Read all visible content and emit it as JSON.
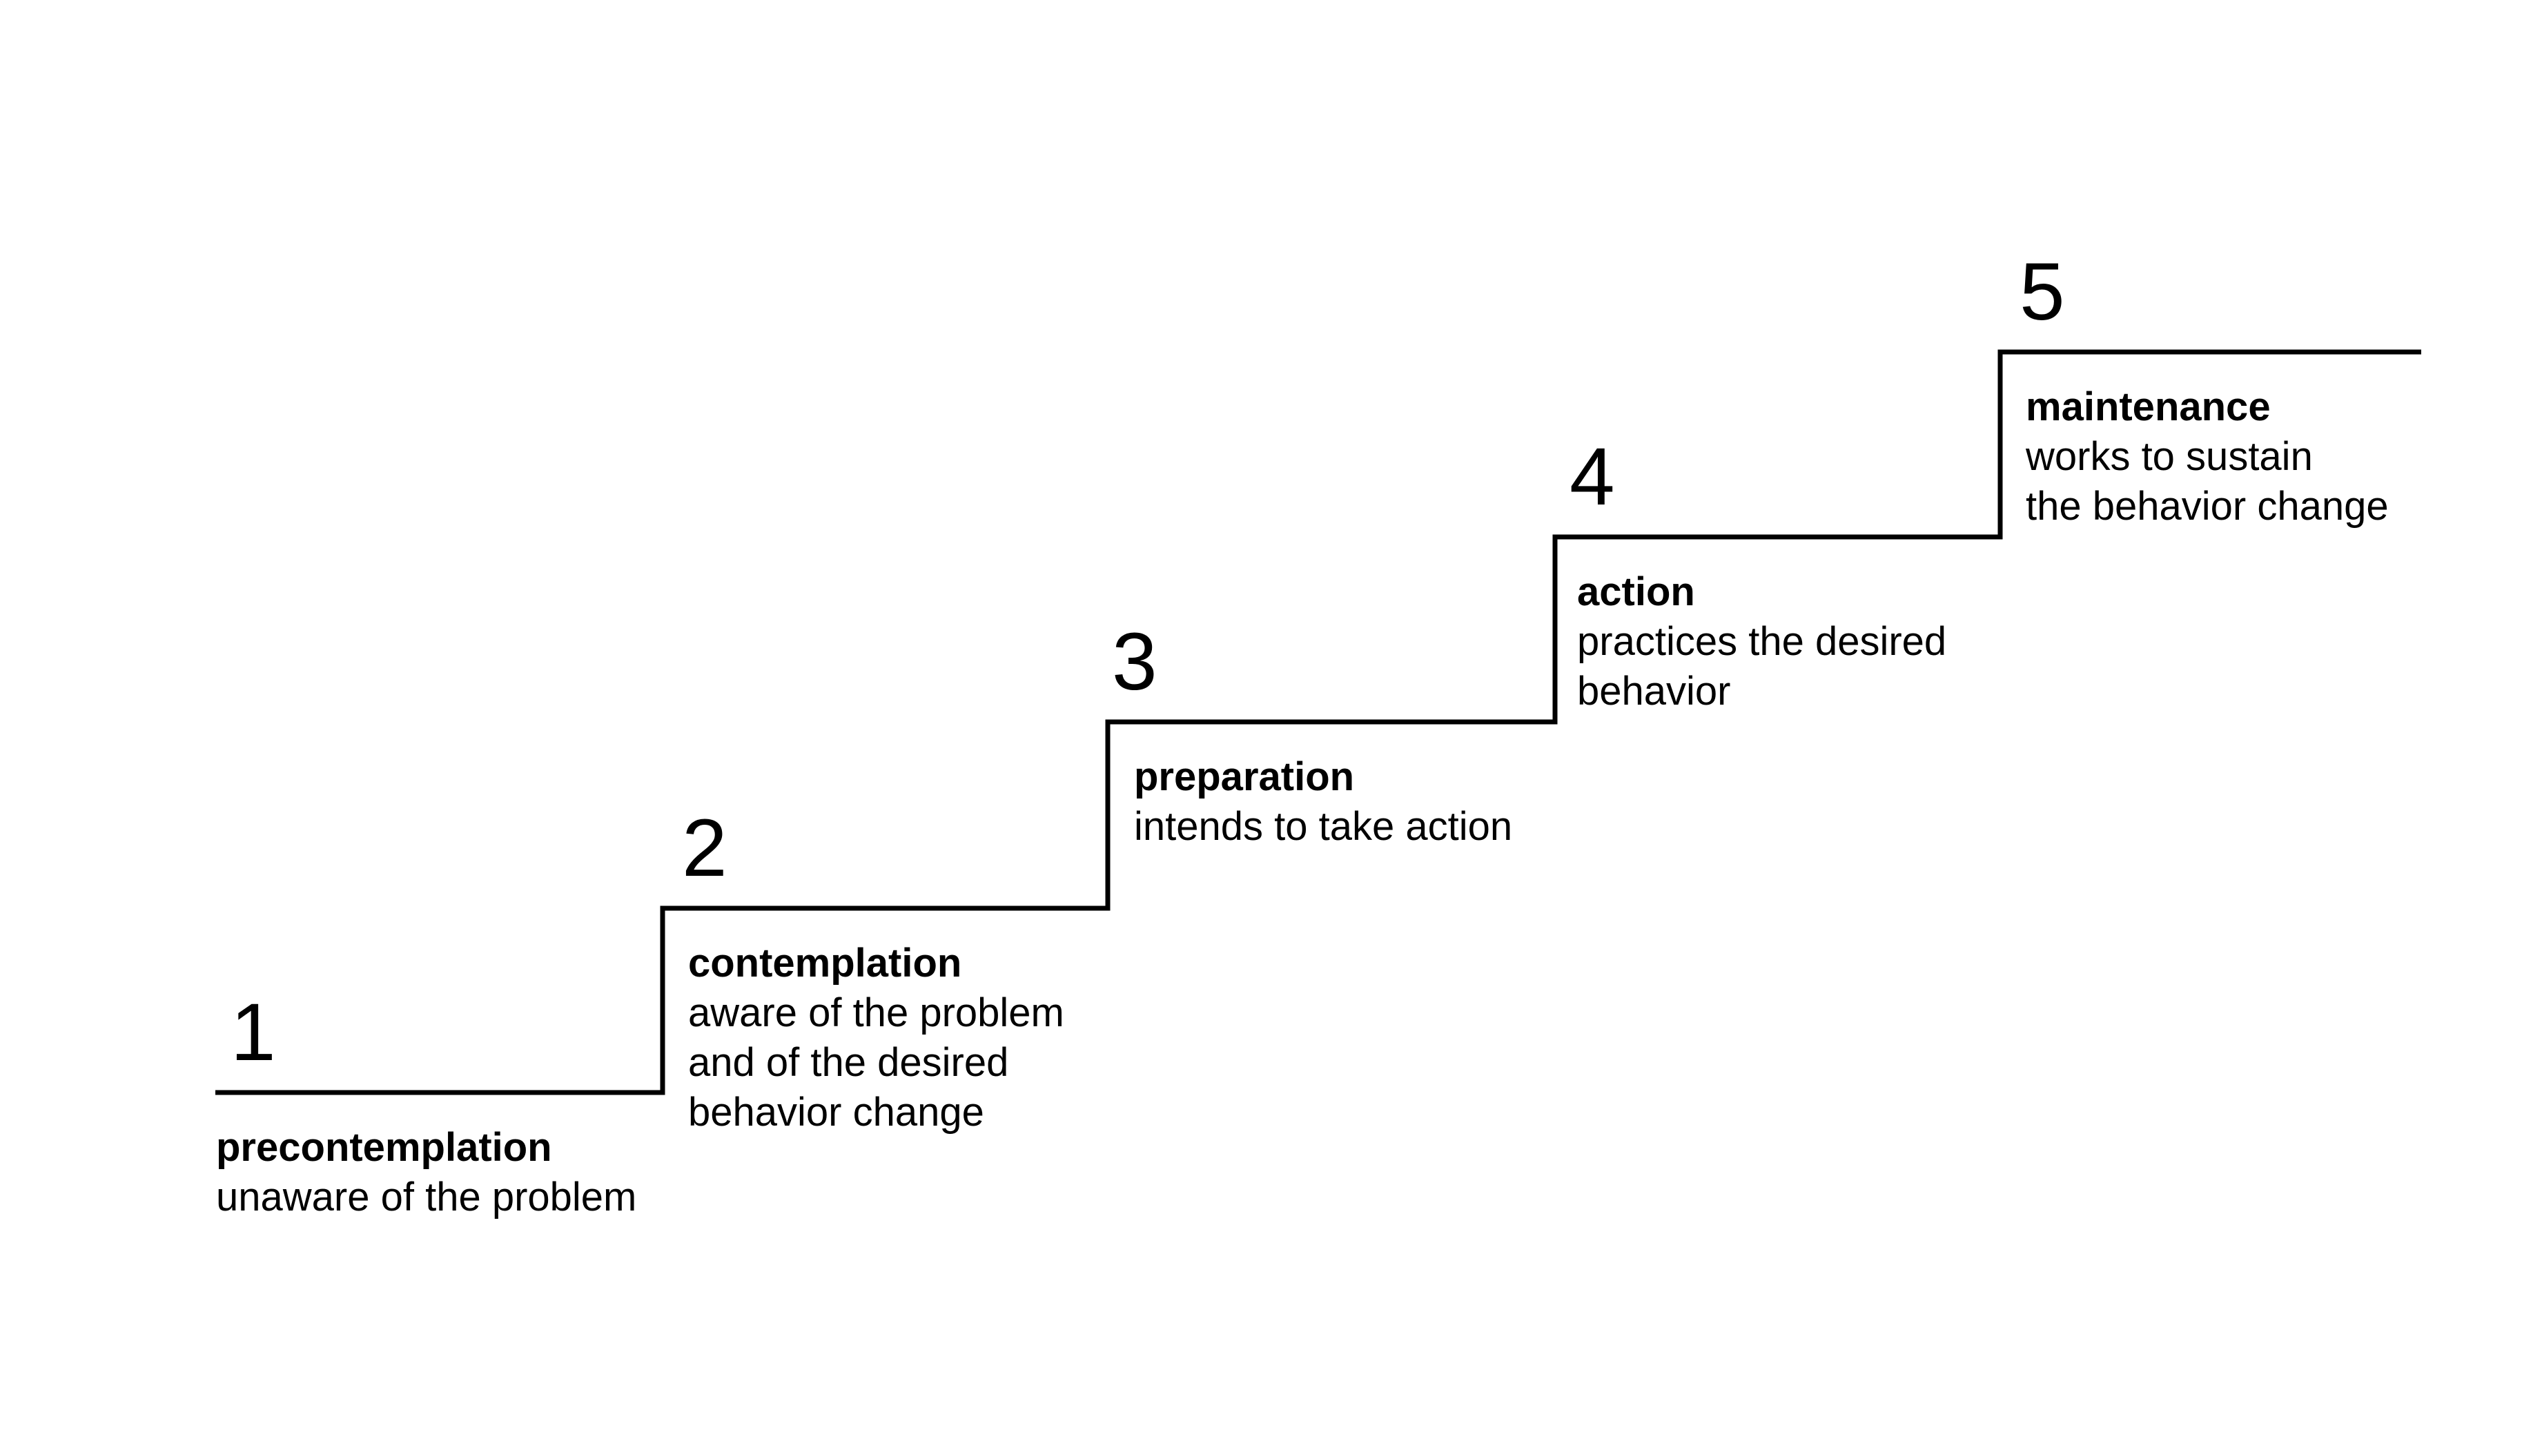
{
  "diagram": {
    "name": "stages-of-change-staircase",
    "background_color": "#ffffff",
    "ink_color": "#000000",
    "steps": [
      {
        "number": "1",
        "title": "precontemplation",
        "desc_lines": [
          "unaware of the problem"
        ]
      },
      {
        "number": "2",
        "title": "contemplation",
        "desc_lines": [
          "aware of the problem",
          "and of the desired",
          "behavior change"
        ]
      },
      {
        "number": "3",
        "title": "preparation",
        "desc_lines": [
          "intends to take action"
        ]
      },
      {
        "number": "4",
        "title": "action",
        "desc_lines": [
          "practices the desired",
          "behavior"
        ]
      },
      {
        "number": "5",
        "title": "maintenance",
        "desc_lines": [
          "works to sustain",
          "the behavior change"
        ]
      }
    ]
  }
}
